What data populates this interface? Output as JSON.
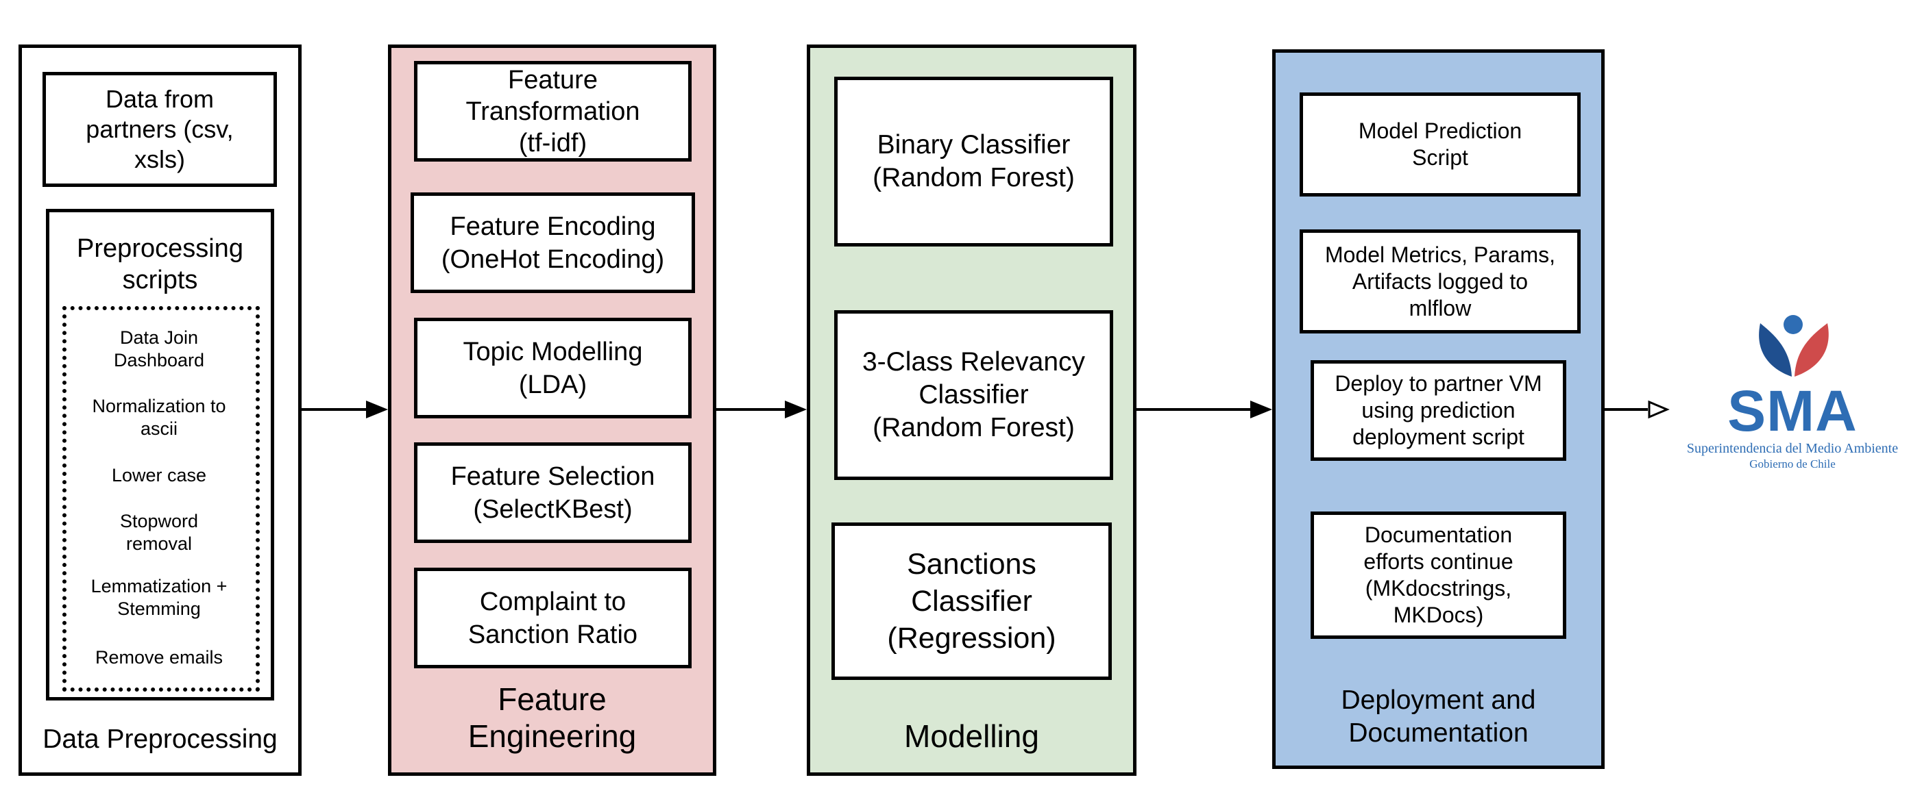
{
  "stages": {
    "preprocessing": {
      "title": "Data Preprocessing",
      "data_box": [
        "Data from",
        "partners (csv,",
        "xsls)"
      ],
      "scripts_title": [
        "Preprocessing",
        "scripts"
      ],
      "steps": [
        [
          "Data Join",
          "Dashboard"
        ],
        [
          "Normalization to",
          "ascii"
        ],
        [
          "Lower case"
        ],
        [
          "Stopword",
          "removal"
        ],
        [
          "Lemmatization +",
          "Stemming"
        ],
        [
          "Remove emails"
        ]
      ]
    },
    "feature_engineering": {
      "title": [
        "Feature",
        "Engineering"
      ],
      "color": "#efcdcd",
      "boxes": [
        [
          "Feature",
          "Transformation",
          "(tf-idf)"
        ],
        [
          "Feature Encoding",
          "(OneHot Encoding)"
        ],
        [
          "Topic Modelling",
          "(LDA)"
        ],
        [
          "Feature Selection",
          "(SelectKBest)"
        ],
        [
          "Complaint to",
          "Sanction Ratio"
        ]
      ]
    },
    "modelling": {
      "title": "Modelling",
      "color": "#d9e8d4",
      "boxes": [
        [
          "Binary Classifier",
          "(Random Forest)"
        ],
        [
          "3-Class Relevancy",
          "Classifier",
          "(Random Forest)"
        ],
        [
          "Sanctions",
          "Classifier",
          "(Regression)"
        ]
      ]
    },
    "deployment": {
      "title": [
        "Deployment and",
        "Documentation"
      ],
      "color": "#a7c4e5",
      "boxes": [
        [
          "Model Prediction",
          "Script"
        ],
        [
          "Model Metrics, Params,",
          "Artifacts logged to",
          "mlflow"
        ],
        [
          "Deploy to partner VM",
          "using prediction",
          "deployment script"
        ],
        [
          "Documentation",
          "efforts continue",
          "(MKdocstrings,",
          "MKDocs)"
        ]
      ]
    }
  },
  "logo": {
    "acronym": "SMA",
    "name": "Superintendencia del Medio Ambiente",
    "subtitle": "Gobierno de Chile",
    "blue": "#2e6db4",
    "red": "#cf4b4b",
    "dark_blue": "#1f4f8f"
  }
}
